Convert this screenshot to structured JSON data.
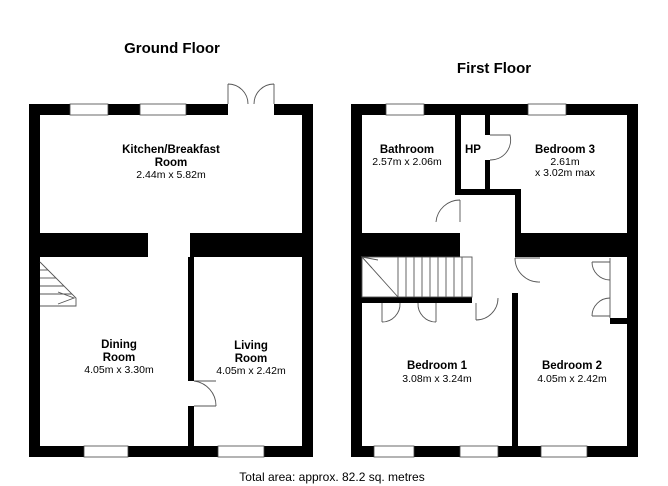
{
  "ground_floor": {
    "title": "Ground Floor",
    "rooms": [
      {
        "name_line1": "Kitchen/Breakfast",
        "name_line2": "Room",
        "dims": "2.44m x 5.82m"
      },
      {
        "name_line1": "Dining",
        "name_line2": "Room",
        "dims": "4.05m x 3.30m"
      },
      {
        "name_line1": "Living",
        "name_line2": "Room",
        "dims": "4.05m x 2.42m"
      }
    ]
  },
  "first_floor": {
    "title": "First Floor",
    "rooms": [
      {
        "name_line1": "Bathroom",
        "dims": "2.57m x 2.06m"
      },
      {
        "name_line1": "HP"
      },
      {
        "name_line1": "Bedroom 3",
        "dims": "2.61m",
        "dims2": "x 3.02m max"
      },
      {
        "name_line1": "Bedroom 1",
        "dims": "3.08m x 3.24m"
      },
      {
        "name_line1": "Bedroom 2",
        "dims": "4.05m x 2.42m"
      }
    ]
  },
  "footer": {
    "total_area": "Total area: approx. 82.2 sq. metres"
  }
}
